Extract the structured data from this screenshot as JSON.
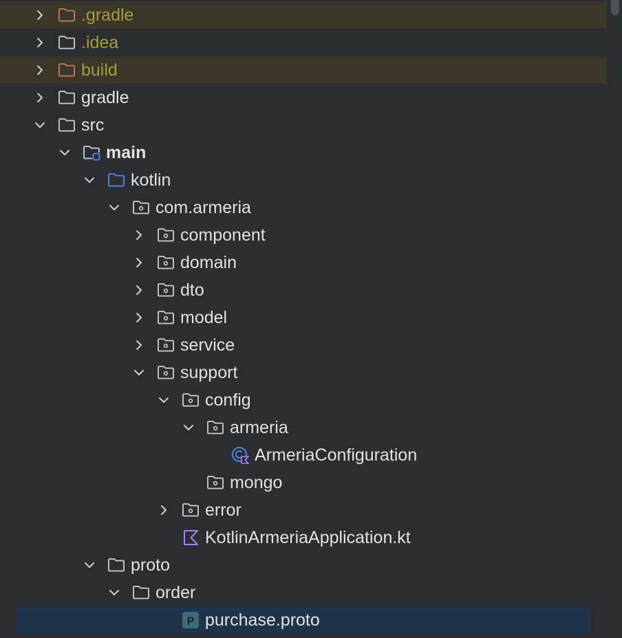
{
  "colors": {
    "background": "#2b2d30",
    "excluded_row": "#3a3629",
    "excluded_text": "#a39e3b",
    "selected_row": "#1f3349",
    "text": "#dfe1e5",
    "chevron": "#ced0d6",
    "folder_outline": "#ced0d6",
    "excluded_folder": "#c77d55",
    "source_folder": "#548af7",
    "kotlin_icon": "#a57ef8",
    "proto_icon_bg": "#3d6b78"
  },
  "project_tree": {
    "items": [
      {
        "label": ".gradle",
        "depth": 0,
        "expanded": false,
        "icon": "folder-excluded-icon",
        "excluded": true
      },
      {
        "label": ".idea",
        "depth": 0,
        "expanded": false,
        "icon": "folder-icon",
        "excluded_text": true
      },
      {
        "label": "build",
        "depth": 0,
        "expanded": false,
        "icon": "folder-excluded-icon",
        "excluded": true
      },
      {
        "label": "gradle",
        "depth": 0,
        "expanded": false,
        "icon": "folder-icon"
      },
      {
        "label": "src",
        "depth": 0,
        "expanded": true,
        "icon": "folder-icon"
      },
      {
        "label": "main",
        "depth": 1,
        "expanded": true,
        "icon": "module-folder-icon",
        "bold": true
      },
      {
        "label": "kotlin",
        "depth": 2,
        "expanded": true,
        "icon": "source-root-folder-icon"
      },
      {
        "label": "com.armeria",
        "depth": 3,
        "expanded": true,
        "icon": "package-icon"
      },
      {
        "label": "component",
        "depth": 4,
        "expanded": false,
        "icon": "package-icon"
      },
      {
        "label": "domain",
        "depth": 4,
        "expanded": false,
        "icon": "package-icon"
      },
      {
        "label": "dto",
        "depth": 4,
        "expanded": false,
        "icon": "package-icon"
      },
      {
        "label": "model",
        "depth": 4,
        "expanded": false,
        "icon": "package-icon"
      },
      {
        "label": "service",
        "depth": 4,
        "expanded": false,
        "icon": "package-icon"
      },
      {
        "label": "support",
        "depth": 4,
        "expanded": true,
        "icon": "package-icon"
      },
      {
        "label": "config",
        "depth": 5,
        "expanded": true,
        "icon": "package-icon"
      },
      {
        "label": "armeria",
        "depth": 6,
        "expanded": true,
        "icon": "package-icon"
      },
      {
        "label": "ArmeriaConfiguration",
        "depth": 7,
        "expanded": null,
        "icon": "kotlin-class-icon"
      },
      {
        "label": "mongo",
        "depth": 6,
        "expanded": null,
        "icon": "package-icon"
      },
      {
        "label": "error",
        "depth": 5,
        "expanded": false,
        "icon": "package-icon"
      },
      {
        "label": "KotlinArmeriaApplication.kt",
        "depth": 5,
        "expanded": null,
        "icon": "kotlin-file-icon"
      },
      {
        "label": "proto",
        "depth": 2,
        "expanded": true,
        "icon": "folder-icon"
      },
      {
        "label": "order",
        "depth": 3,
        "expanded": true,
        "icon": "folder-icon"
      },
      {
        "label": "purchase.proto",
        "depth": 5,
        "expanded": null,
        "icon": "proto-file-icon",
        "selected": true
      }
    ]
  }
}
